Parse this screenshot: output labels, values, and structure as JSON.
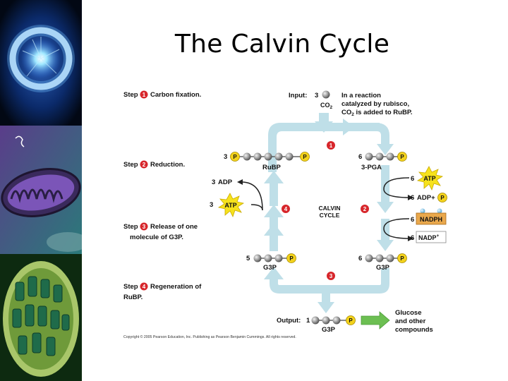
{
  "slide": {
    "title": "The Calvin Cycle"
  },
  "steps": [
    {
      "num": "1",
      "label_bold": "Step",
      "label": "Carbon fixation."
    },
    {
      "num": "2",
      "label_bold": "Step",
      "label": "Reduction."
    },
    {
      "num": "3",
      "label_bold": "Step",
      "label": "Release of one",
      "label2": "molecule of G3P."
    },
    {
      "num": "4",
      "label_bold": "Step",
      "label": "Regeneration of",
      "label2": "RuBP."
    }
  ],
  "input": {
    "label": "Input:",
    "count": "3",
    "molecule": "CO",
    "sub": "2",
    "note1": "In a reaction",
    "note2": "catalyzed by rubisco,",
    "note3a": "CO",
    "note3sub": "2",
    "note3b": " is added to RuBP."
  },
  "molecules": {
    "rubp_count": "3",
    "rubp_name": "RuBP",
    "pga_count": "6",
    "pga_name": "3-PGA",
    "g3p_left_count": "5",
    "g3p_left_name": "G3P",
    "g3p_right_count": "6",
    "g3p_right_name": "G3P",
    "phosphate": "P"
  },
  "cofactors": {
    "atp_in_count": "6",
    "atp": "ATP",
    "adp_out_count": "6",
    "adp_out": "ADP",
    "plus": "+",
    "nadph_count": "6",
    "nadph": "NADPH",
    "nadp_count": "6",
    "nadp": "NADP",
    "nadp_sup": "+",
    "adp_left_count": "3",
    "adp_left": "ADP",
    "atp_left_count": "3",
    "atp_left": "ATP"
  },
  "cycle": {
    "line1": "CALVIN",
    "line2": "CYCLE",
    "n1": "1",
    "n2": "2",
    "n3": "3",
    "n4": "4"
  },
  "output": {
    "label": "Output:",
    "count": "1",
    "name": "G3P",
    "dest1": "Glucose",
    "dest2": "and other",
    "dest3": "compounds"
  },
  "copyright": "Copyright © 2005 Pearson Education, Inc. Publishing as Pearson Benjamin Cummings. All rights reserved.",
  "colors": {
    "cycle_blue": "#bfdfe8",
    "step_red": "#d7262b",
    "phosphate_yellow": "#f3d21c",
    "atp_yellow": "#f6e21c",
    "nadph_orange": "#e9a84c",
    "output_green": "#6cbf52"
  }
}
